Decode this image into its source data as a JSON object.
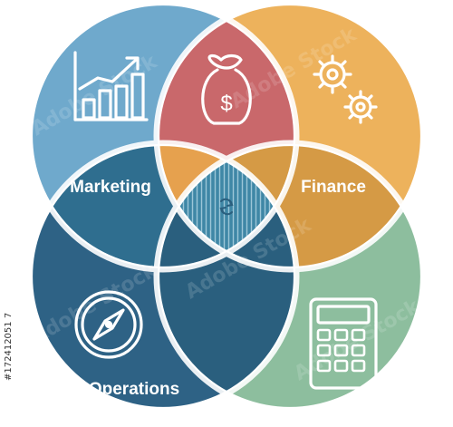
{
  "diagram": {
    "labels": {
      "marketing": "Marketing",
      "finance": "Finance",
      "operations": "Operations"
    },
    "watermark": "Adobe Stock",
    "stock_id": "#172412051 7",
    "colors": {
      "marketing": "#6FA9CC",
      "finance": "#EDB25C",
      "operations": "#2E6285",
      "bottom_right": "#8DBE9E",
      "top_overlap": "#C9686B",
      "center": "#3F87A6",
      "outline": "#ffffff"
    },
    "icons": {
      "marketing": "bar-chart-growth-icon",
      "top_overlap": "money-bag-icon",
      "finance": "gears-icon",
      "operations": "compass-icon",
      "bottom_right": "calculator-icon",
      "center": "sync-icon"
    }
  }
}
